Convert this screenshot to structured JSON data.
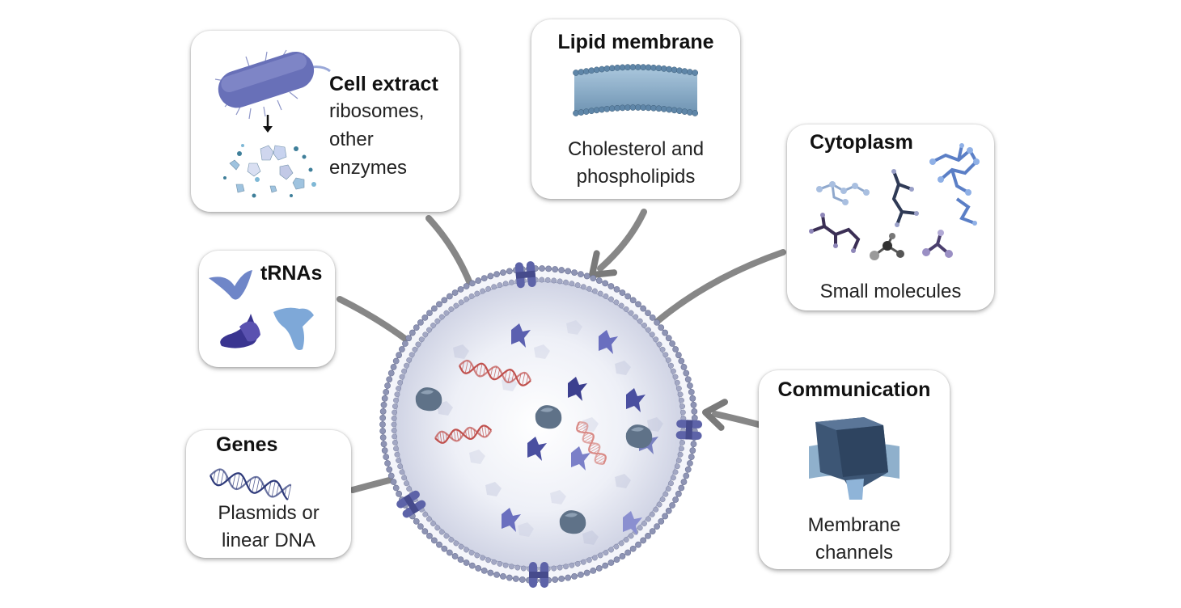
{
  "cards": {
    "cell_extract": {
      "title": "Cell extract",
      "lines": [
        "ribosomes,",
        "other",
        "enzymes"
      ]
    },
    "lipid_membrane": {
      "title": "Lipid membrane",
      "lines": [
        "Cholesterol and",
        "phospholipids"
      ]
    },
    "cytoplasm": {
      "title": "Cytoplasm",
      "caption": "Small molecules"
    },
    "trnas": {
      "title": "tRNAs"
    },
    "genes": {
      "title": "Genes",
      "lines": [
        "Plasmids or",
        "linear DNA"
      ]
    },
    "communication": {
      "title": "Communication",
      "lines": [
        "Membrane",
        "channels"
      ]
    }
  },
  "colors": {
    "arrow": "#7a7a7a",
    "cell_fill": "#e6e8f2",
    "lipid_head": "#8e94b4",
    "protein": "#6a6fbf",
    "dna": "#c0504d"
  }
}
